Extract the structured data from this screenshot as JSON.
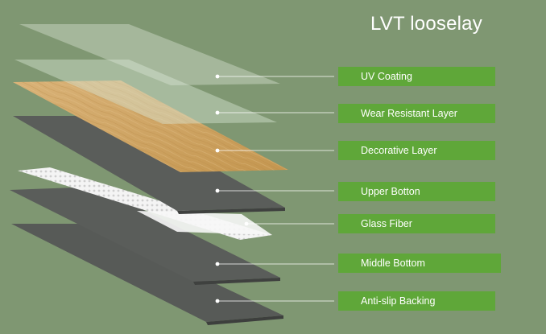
{
  "title": "LVT looselay",
  "layers": [
    {
      "label": "UV Coating"
    },
    {
      "label": "Wear Resistant Layer"
    },
    {
      "label": "Decorative Layer"
    },
    {
      "label": "Upper Botton"
    },
    {
      "label": "Glass Fiber"
    },
    {
      "label": "Middle Bottom"
    },
    {
      "label": "Anti-slip Backing"
    }
  ],
  "colors": {
    "background": "#7f9772",
    "label_fill": "#5fa739",
    "label_text": "#ffffff",
    "dark_layer": "#595c59",
    "wood": "#d2a866",
    "glass_fiber": "#f2f2f2"
  }
}
